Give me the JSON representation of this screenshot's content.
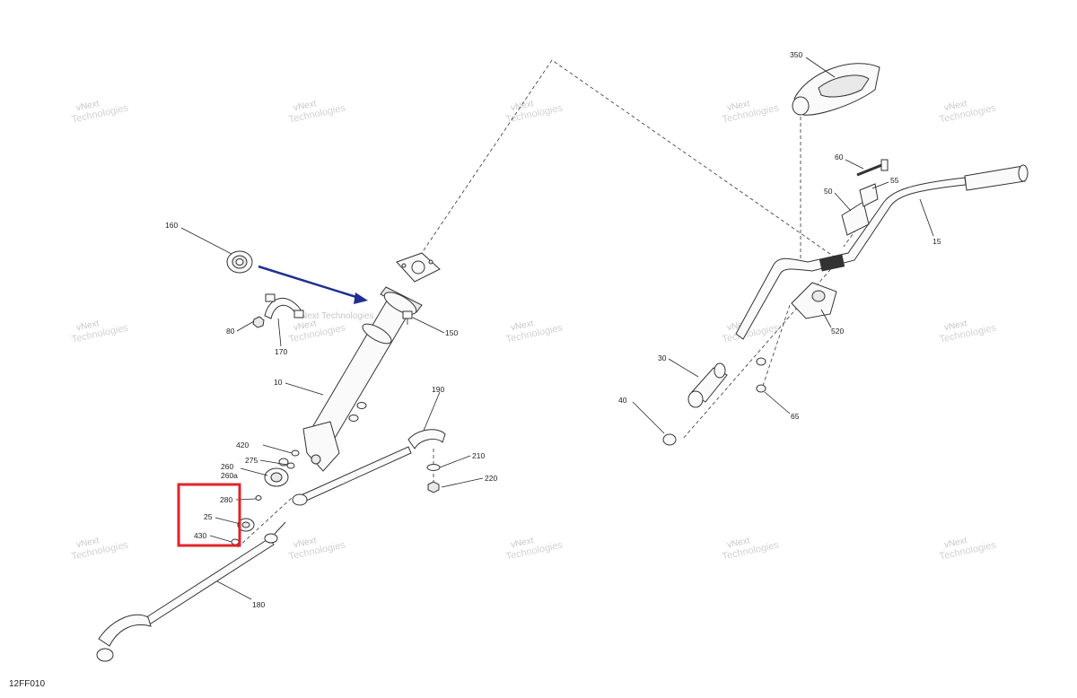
{
  "diagram": {
    "code": "12FF010",
    "watermark_line1": "vNext",
    "watermark_line2": "Technologies",
    "watermark_full": "vNext Technologies",
    "highlight_color": "#e0242b",
    "arrow_color": "#1f2f8f",
    "callouts": {
      "c160": "160",
      "c80": "80",
      "c170": "170",
      "c150": "150",
      "c10": "10",
      "c190": "190",
      "c420": "420",
      "c275": "275",
      "c260": "260",
      "c260a": "260a",
      "c210": "210",
      "c220": "220",
      "c280": "280",
      "c25": "25",
      "c430": "430",
      "c180": "180",
      "c350": "350",
      "c60": "60",
      "c50": "50",
      "c55": "55",
      "c15": "15",
      "c520": "520",
      "c30": "30",
      "c40": "40",
      "c65": "65"
    }
  }
}
